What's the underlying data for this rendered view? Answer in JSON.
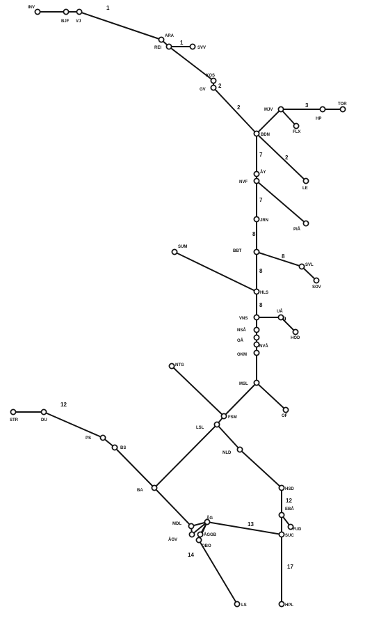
{
  "colors": {
    "line": "#141414",
    "node_fill": "#ffffff",
    "text": "#111111"
  },
  "stations": [
    {
      "id": "INV",
      "label": "INV"
    },
    {
      "id": "BJF",
      "label": "BJF"
    },
    {
      "id": "VJ",
      "label": "VJ"
    },
    {
      "id": "ARA",
      "label": "ARA"
    },
    {
      "id": "REI",
      "label": "REI"
    },
    {
      "id": "SVV",
      "label": "SVV"
    },
    {
      "id": "KOS",
      "label": "KOS"
    },
    {
      "id": "GV",
      "label": "GV"
    },
    {
      "id": "MJV",
      "label": "MJV"
    },
    {
      "id": "HP",
      "label": "HP"
    },
    {
      "id": "TOR",
      "label": "TOR"
    },
    {
      "id": "FLX",
      "label": "FLX"
    },
    {
      "id": "BDN",
      "label": "BDN"
    },
    {
      "id": "LE",
      "label": "LE"
    },
    {
      "id": "AY",
      "label": "ÅY"
    },
    {
      "id": "NVF",
      "label": "NVF"
    },
    {
      "id": "PIA",
      "label": "PIÅ"
    },
    {
      "id": "JRN",
      "label": "JRN"
    },
    {
      "id": "SUM",
      "label": "SUM"
    },
    {
      "id": "BBT",
      "label": "BBT"
    },
    {
      "id": "SVL",
      "label": "SVL"
    },
    {
      "id": "SOV",
      "label": "SOV"
    },
    {
      "id": "HLS",
      "label": "HLS"
    },
    {
      "id": "VNS",
      "label": "VNS"
    },
    {
      "id": "UA",
      "label": "UÅ"
    },
    {
      "id": "HOD",
      "label": "HOD"
    },
    {
      "id": "NSA",
      "label": "NSÅ"
    },
    {
      "id": "OA",
      "label": "OÅ"
    },
    {
      "id": "NVA",
      "label": "NVÅ"
    },
    {
      "id": "OKM",
      "label": "OKM"
    },
    {
      "id": "NTG",
      "label": "NTG"
    },
    {
      "id": "MSL",
      "label": "MSL"
    },
    {
      "id": "OF",
      "label": "OF"
    },
    {
      "id": "FSM",
      "label": "FSM"
    },
    {
      "id": "LSL",
      "label": "LSL"
    },
    {
      "id": "STR",
      "label": "STR"
    },
    {
      "id": "DU",
      "label": "DU"
    },
    {
      "id": "PS",
      "label": "PS"
    },
    {
      "id": "BS",
      "label": "BS"
    },
    {
      "id": "NLD",
      "label": "NLD"
    },
    {
      "id": "BA",
      "label": "BA"
    },
    {
      "id": "HSD",
      "label": "HSD"
    },
    {
      "id": "EBA",
      "label": "EBÅ"
    },
    {
      "id": "FUD",
      "label": "FUD"
    },
    {
      "id": "MDL",
      "label": "MDL"
    },
    {
      "id": "AG",
      "label": "ÅG"
    },
    {
      "id": "AGV",
      "label": "ÅGV"
    },
    {
      "id": "AGGB",
      "label": "ÅGGB"
    },
    {
      "id": "OBO",
      "label": "OBO"
    },
    {
      "id": "SUC",
      "label": "SUC"
    },
    {
      "id": "LS",
      "label": "LS"
    },
    {
      "id": "HPL",
      "label": "HPL"
    }
  ],
  "links": [
    [
      "INV",
      "BJF"
    ],
    [
      "BJF",
      "VJ"
    ],
    [
      "VJ",
      "ARA"
    ],
    [
      "ARA",
      "REI"
    ],
    [
      "REI",
      "SVV"
    ],
    [
      "REI",
      "KOS"
    ],
    [
      "KOS",
      "GV"
    ],
    [
      "GV",
      "BDN"
    ],
    [
      "BDN",
      "MJV"
    ],
    [
      "MJV",
      "HP"
    ],
    [
      "HP",
      "TOR"
    ],
    [
      "MJV",
      "FLX"
    ],
    [
      "BDN",
      "LE"
    ],
    [
      "BDN",
      "AY"
    ],
    [
      "AY",
      "NVF"
    ],
    [
      "NVF",
      "PIA"
    ],
    [
      "NVF",
      "JRN"
    ],
    [
      "JRN",
      "BBT"
    ],
    [
      "SUM",
      "HLS"
    ],
    [
      "BBT",
      "SVL"
    ],
    [
      "SVL",
      "SOV"
    ],
    [
      "BBT",
      "HLS"
    ],
    [
      "HLS",
      "VNS"
    ],
    [
      "VNS",
      "UA"
    ],
    [
      "UA",
      "HOD"
    ],
    [
      "VNS",
      "NSA"
    ],
    [
      "NSA",
      "OA"
    ],
    [
      "OA",
      "NVA"
    ],
    [
      "NVA",
      "OKM"
    ],
    [
      "OKM",
      "MSL"
    ],
    [
      "MSL",
      "OF"
    ],
    [
      "NTG",
      "FSM"
    ],
    [
      "MSL",
      "FSM"
    ],
    [
      "FSM",
      "LSL"
    ],
    [
      "LSL",
      "BA"
    ],
    [
      "STR",
      "DU"
    ],
    [
      "DU",
      "PS"
    ],
    [
      "PS",
      "BS"
    ],
    [
      "BS",
      "BA"
    ],
    [
      "LSL",
      "NLD"
    ],
    [
      "NLD",
      "HSD"
    ],
    [
      "HSD",
      "EBA"
    ],
    [
      "EBA",
      "FUD"
    ],
    [
      "EBA",
      "SUC"
    ],
    [
      "SUC",
      "HPL"
    ],
    [
      "BA",
      "MDL"
    ],
    [
      "MDL",
      "AG"
    ],
    [
      "MDL",
      "AGV"
    ],
    [
      "AG",
      "AGV"
    ],
    [
      "AG",
      "AGGB"
    ],
    [
      "AG",
      "OBO"
    ],
    [
      "AG",
      "SUC"
    ],
    [
      "OBO",
      "LS"
    ]
  ],
  "section_labels": [
    {
      "id": "s1",
      "text": "1"
    },
    {
      "id": "s1b",
      "text": "1"
    },
    {
      "id": "s2",
      "text": "2"
    },
    {
      "id": "s2b",
      "text": "2"
    },
    {
      "id": "s3",
      "text": "3"
    },
    {
      "id": "s2c",
      "text": "2"
    },
    {
      "id": "s7a",
      "text": "7"
    },
    {
      "id": "s7b",
      "text": "7"
    },
    {
      "id": "s8a",
      "text": "8"
    },
    {
      "id": "s8b",
      "text": "8"
    },
    {
      "id": "s8c",
      "text": "8"
    },
    {
      "id": "s8d",
      "text": "8"
    },
    {
      "id": "s9a",
      "text": "9"
    },
    {
      "id": "s12a",
      "text": "12"
    },
    {
      "id": "s12b",
      "text": "12"
    },
    {
      "id": "s13",
      "text": "13"
    },
    {
      "id": "s14",
      "text": "14"
    },
    {
      "id": "s17",
      "text": "17"
    }
  ]
}
